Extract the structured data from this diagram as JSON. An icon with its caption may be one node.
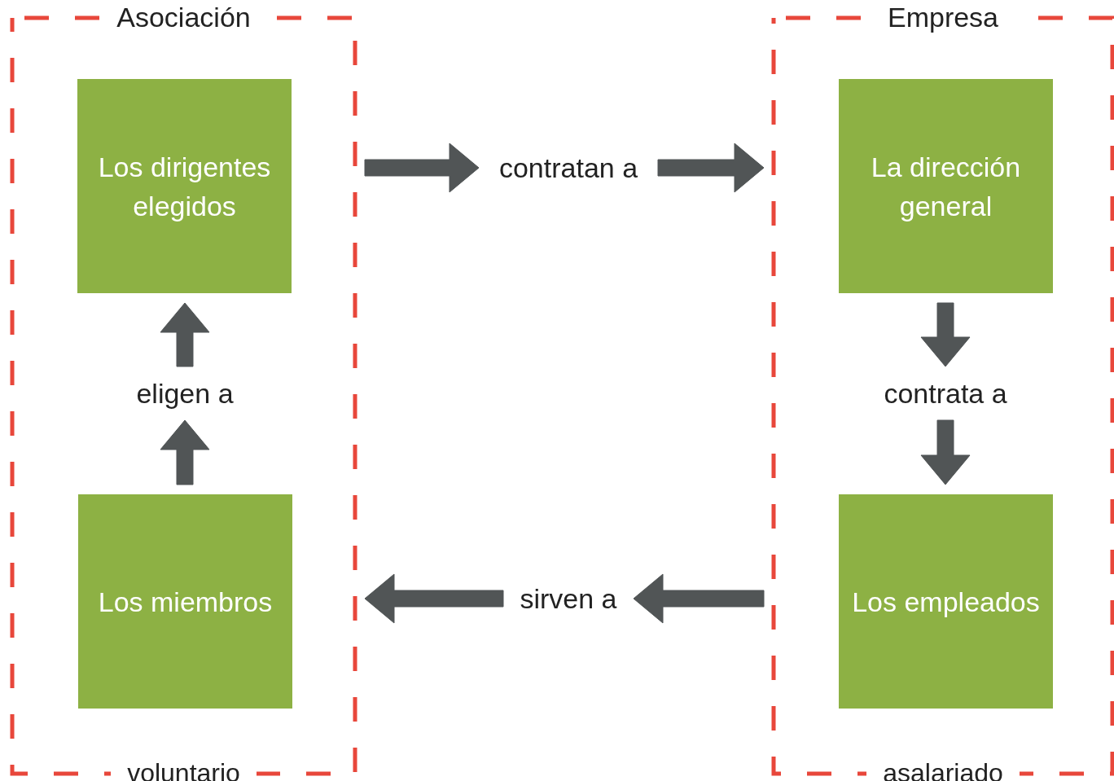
{
  "diagram": {
    "nodes": [
      {
        "text": [
          "Asociación",
          "voluntario"
        ]
      },
      {
        "text": [
          "Los dirigentes elegidos"
        ],
        "in": 0
      },
      {
        "text": [
          "Los miembros"
        ],
        "in": 0
      },
      {
        "text": [
          "Empresa",
          "asalariado"
        ]
      },
      {
        "text": [
          "La dirección general"
        ],
        "in": 3
      },
      {
        "text": [
          "Los empleados"
        ],
        "in": 3
      },
      {
        "text": [
          "eligen a"
        ],
        "in": 0
      },
      {
        "text": [
          "contratan a"
        ]
      },
      {
        "text": [
          "contrata a"
        ],
        "in": 3
      },
      {
        "text": [
          "sirven a"
        ]
      }
    ],
    "edges": [
      {
        "from": 2,
        "to": 6,
        "arrow": "to"
      },
      {
        "from": 6,
        "to": 1,
        "arrow": "to"
      },
      {
        "from": 0,
        "to": 7,
        "arrow": "to"
      },
      {
        "from": 7,
        "to": 3,
        "arrow": "to"
      },
      {
        "from": 4,
        "to": 8,
        "arrow": "to"
      },
      {
        "from": 8,
        "to": 5,
        "arrow": "to"
      },
      {
        "from": 3,
        "to": 9,
        "arrow": "to"
      },
      {
        "from": 9,
        "to": 0,
        "arrow": "to"
      }
    ]
  }
}
